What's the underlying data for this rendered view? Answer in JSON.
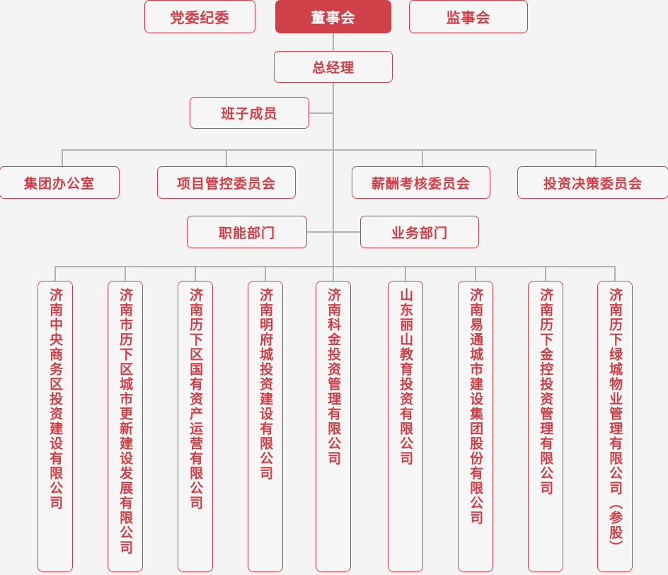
{
  "meta": {
    "title": "集团组织架构图",
    "accent_red": "#cf4049",
    "accent_red_border": "#d0434c",
    "line_gray": "#b3b3b3",
    "background": "#f4f4f4",
    "box_fill": "#f7f6f6",
    "filled_text_color": "#ffffff"
  },
  "governance": {
    "party_committee": "党委纪委",
    "board_of_directors": "董事会",
    "supervisory_board": "监事会",
    "general_manager": "总经理",
    "team_members": "班子成员"
  },
  "committees": [
    {
      "label": "集团办公室"
    },
    {
      "label": "项目管控委员会"
    },
    {
      "label": "薪酬考核委员会"
    },
    {
      "label": "投资决策委员会"
    }
  ],
  "departments": [
    {
      "label": "职能部门"
    },
    {
      "label": "业务部门"
    }
  ],
  "subsidiaries": [
    {
      "label": "济南中央商务区投资建设有限公司"
    },
    {
      "label": "济南市历下区城市更新建设发展有限公司"
    },
    {
      "label": "济南历下区国有资产运营有限公司"
    },
    {
      "label": "济南明府城投资建设有限公司"
    },
    {
      "label": "济南科金投资管理有限公司"
    },
    {
      "label": "山东丽山教育投资有限公司"
    },
    {
      "label": "济南易通城市建设集团股份有限公司"
    },
    {
      "label": "济南历下金控投资管理有限公司"
    },
    {
      "label": "济南历下绿城物业管理有限公司（参股）"
    }
  ]
}
